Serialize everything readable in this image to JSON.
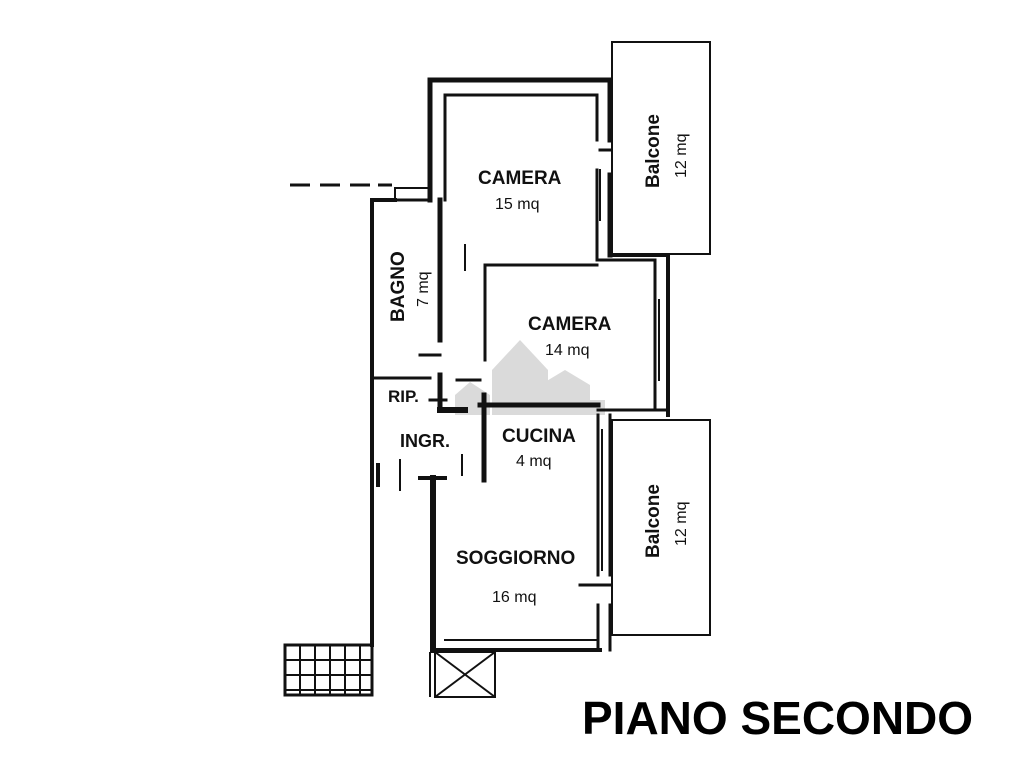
{
  "title": "PIANO SECONDO",
  "rooms": {
    "camera1": {
      "name": "CAMERA",
      "area": "15 mq"
    },
    "camera2": {
      "name": "CAMERA",
      "area": "14 mq"
    },
    "bagno": {
      "name": "BAGNO",
      "area": "7 mq"
    },
    "rip": {
      "name": "RIP."
    },
    "ingr": {
      "name": "INGR."
    },
    "cucina": {
      "name": "CUCINA",
      "area": "4 mq"
    },
    "soggiorno": {
      "name": "SOGGIORNO",
      "area": "16 mq"
    },
    "balcone1": {
      "name": "Balcone",
      "area": "12 mq"
    },
    "balcone2": {
      "name": "Balcone",
      "area": "12 mq"
    }
  },
  "colors": {
    "wall": "#111111",
    "watermark": "#c8c8c8"
  }
}
